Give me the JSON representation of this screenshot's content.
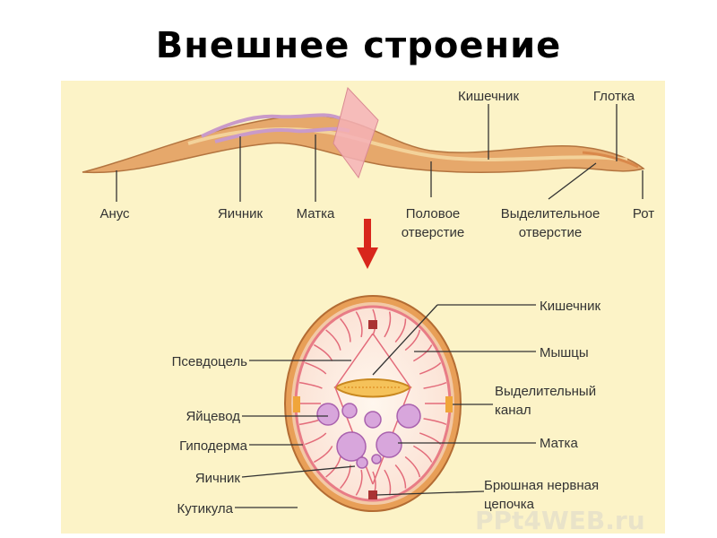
{
  "title": "Внешнее строение",
  "panel_color": "#fcf3c7",
  "worm_labels": {
    "intestine": "Кишечник",
    "pharynx": "Глотка",
    "anus": "Анус",
    "ovary": "Яичник",
    "uterus": "Матка",
    "genital_opening": [
      "Половое",
      "отверстие"
    ],
    "excretory_opening": [
      "Выделительное",
      "отверстие"
    ],
    "mouth": "Рот"
  },
  "section_labels": {
    "pseudocoel": "Псевдоцель",
    "oviduct": "Яйцевод",
    "hypodermis": "Гиподерма",
    "ovary": "Яичник",
    "cuticle": "Кутикула",
    "intestine": "Кишечник",
    "muscles": "Мышцы",
    "excretory_canal": [
      "Выделительный",
      "канал"
    ],
    "uterus": "Матка",
    "nerve_chain": [
      "Брюшная нервная",
      "цепочка"
    ]
  },
  "watermark": "PPt4WEB.ru"
}
